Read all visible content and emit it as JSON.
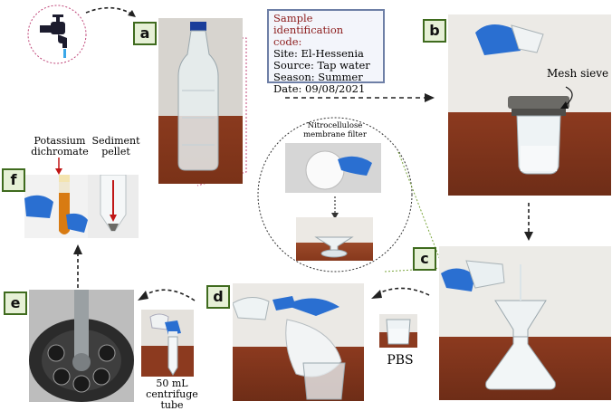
{
  "sample_box": {
    "title_line1": "Sample identification",
    "title_line2": "code:",
    "site": "Site: El-Hessenia",
    "source": "Source: Tap water",
    "season": "Season: Summer",
    "date": "Date: 09/08/2021"
  },
  "panels": {
    "a": "a",
    "b": "b",
    "c": "c",
    "d": "d",
    "e": "e",
    "f": "f"
  },
  "labels": {
    "mesh_sieve": "Mesh sieve",
    "filter_line1": "Nitrocellulose",
    "filter_line2": "membrane filter",
    "pbs": "PBS",
    "tube_line1": "50 mL",
    "tube_line2": "centrifuge tube",
    "potassium_line1": "Potassium",
    "potassium_line2": "dichromate",
    "sediment_line1": "Sediment",
    "sediment_line2": "pellet"
  },
  "colors": {
    "tag_border": "#3f6b1e",
    "tag_fill": "#e6f0d6",
    "info_title": "#8b1a1a",
    "info_border": "#6e7fa6",
    "wall": "#d9d6d2",
    "table": "#8c3a1f",
    "glove": "#2a6fd1",
    "dichromate": "#d87b12"
  },
  "icons": [
    "water-tap-icon"
  ]
}
